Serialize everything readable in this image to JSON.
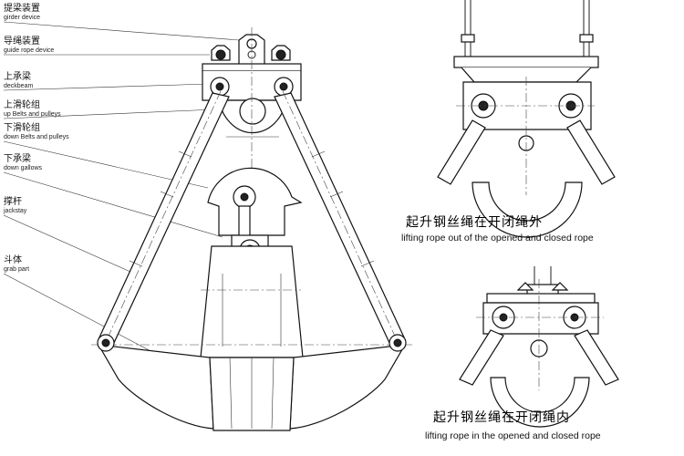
{
  "labels": [
    {
      "cn": "提梁装置",
      "en": "girder device"
    },
    {
      "cn": "导绳装置",
      "en": "guide rope device"
    },
    {
      "cn": "上承梁",
      "en": "deckbeam"
    },
    {
      "cn": "上滑轮组",
      "en": "up Belts and pulleys"
    },
    {
      "cn": "下滑轮组",
      "en": "down Belts and pulleys"
    },
    {
      "cn": "下承梁",
      "en": "down gallows"
    },
    {
      "cn": "撑杆",
      "en": "jackstay"
    },
    {
      "cn": "斗体",
      "en": "grab part"
    }
  ],
  "captions": {
    "outside": {
      "cn": "起升钢丝绳在开闭绳外",
      "en": "lifting rope out of  the opened and closed rope"
    },
    "inside": {
      "cn": "起升钢丝绳在开闭绳内",
      "en": "lifting rope in the opened and closed rope"
    }
  }
}
